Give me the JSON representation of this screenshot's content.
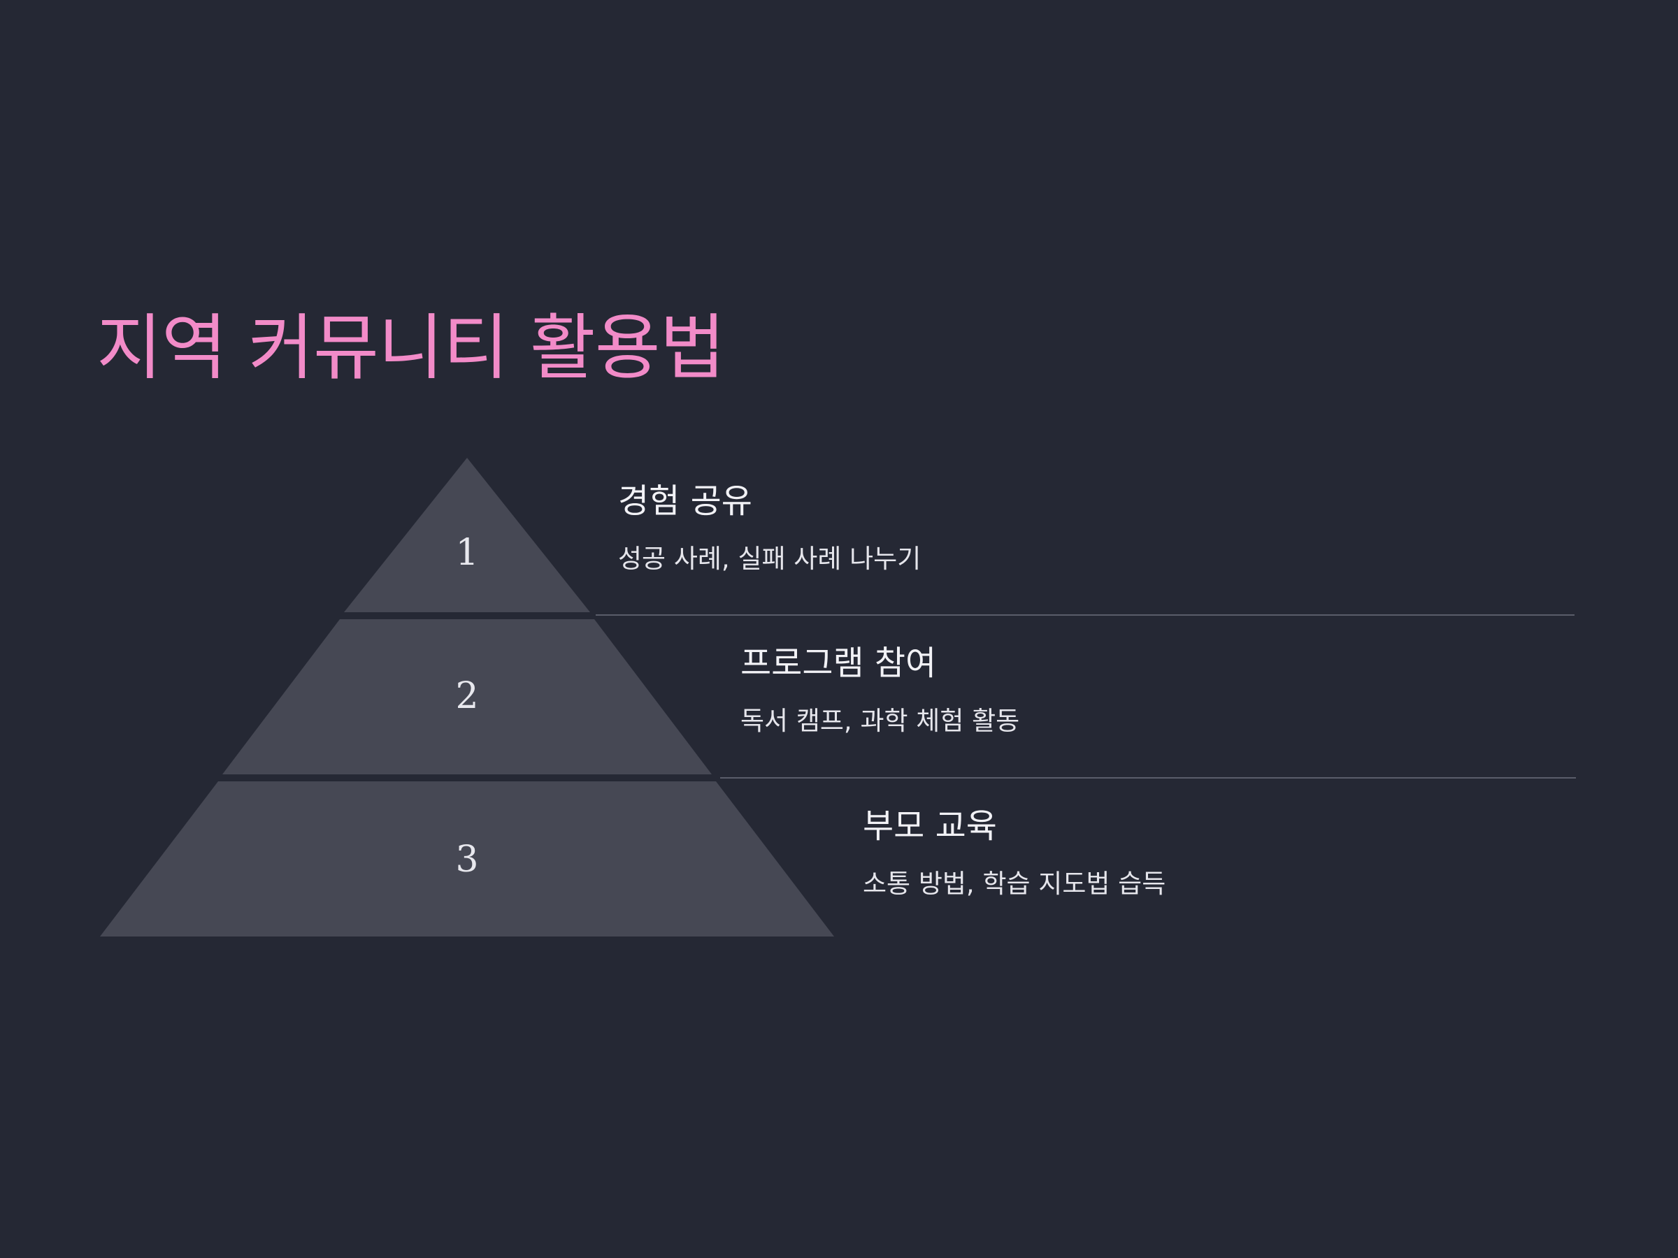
{
  "slide": {
    "title": "지역 커뮤니티 활용법",
    "background_color": "#252834",
    "title_color": "#f28bc8",
    "tier_color": "#464854"
  },
  "tiers": [
    {
      "number": "1",
      "heading": "경험 공유",
      "description": "성공 사례, 실패 사례 나누기"
    },
    {
      "number": "2",
      "heading": "프로그램 참여",
      "description": "독서 캠프, 과학 체험 활동"
    },
    {
      "number": "3",
      "heading": "부모 교육",
      "description": "소통 방법, 학습 지도법 습득"
    }
  ]
}
